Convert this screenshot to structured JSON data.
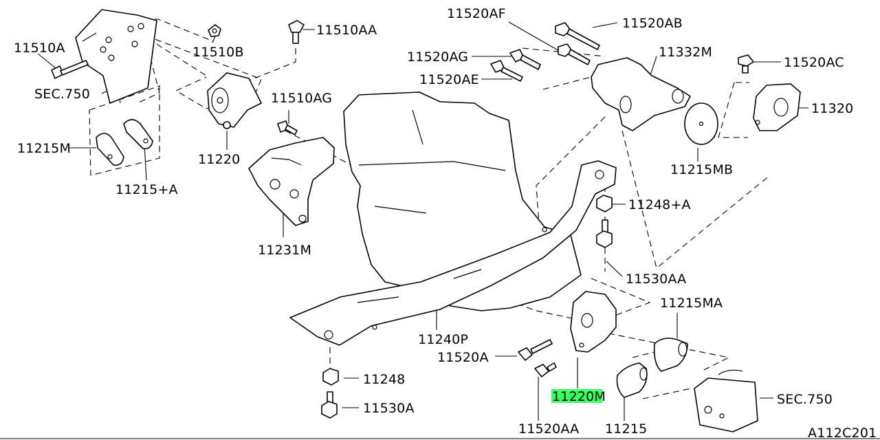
{
  "labels": {
    "l11510A": "11510A",
    "l11510B": "11510B",
    "l11510AA": "11510AA",
    "l11520AF": "11520AF",
    "l11520AB": "11520AB",
    "l11520AG": "11520AG",
    "l11332M": "11332M",
    "l11520AC": "11520AC",
    "l11520AE": "11520AE",
    "l11320": "11320",
    "lSEC750a": "SEC.750",
    "l11510AG": "11510AG",
    "l11215M": "11215M",
    "l11220": "11220",
    "l11215MB": "11215MB",
    "l11215A": "11215+A",
    "l11248A": "11248+A",
    "l11231M": "11231M",
    "l11530AA": "11530AA",
    "l11215MA": "11215MA",
    "l11240P": "11240P",
    "l11520A": "11520A",
    "l11248": "11248",
    "l11220M": "11220M",
    "lSEC750b": "SEC.750",
    "l11530A": "11530A",
    "l11520AA": "11520AA",
    "l11215": "11215",
    "lCode": "A112C201"
  },
  "highlight": {
    "part": "11220M",
    "color": "#39ff62"
  }
}
